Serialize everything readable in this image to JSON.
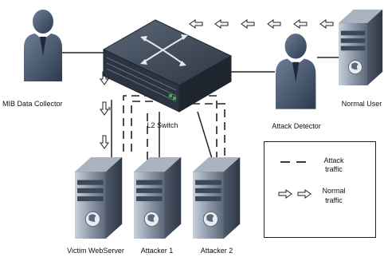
{
  "labels": {
    "mib_data_collector": "MIB Data Collector",
    "l2_switch": "L2 Switch",
    "attack_detector": "Attack Detector",
    "normal_user": "Normal User",
    "victim_webserver": "Victim WebServer",
    "attacker_1": "Attacker 1",
    "attacker_2": "Attacker 2"
  },
  "legend": {
    "attack_line1": "Attack",
    "attack_line2": "traffic",
    "normal_line1": "Normal",
    "normal_line2": "traffic"
  },
  "colors": {
    "switch_top": "#3c4654",
    "switch_front": "#2a323d",
    "server_body": "#8a96a6",
    "server_dark": "#4a5564",
    "person": "#3d4f66",
    "line": "#222222"
  },
  "icons": [
    "person-icon",
    "switch-icon",
    "server-icon",
    "arrow-left-icon",
    "arrow-down-icon",
    "arrow-right-icon"
  ]
}
